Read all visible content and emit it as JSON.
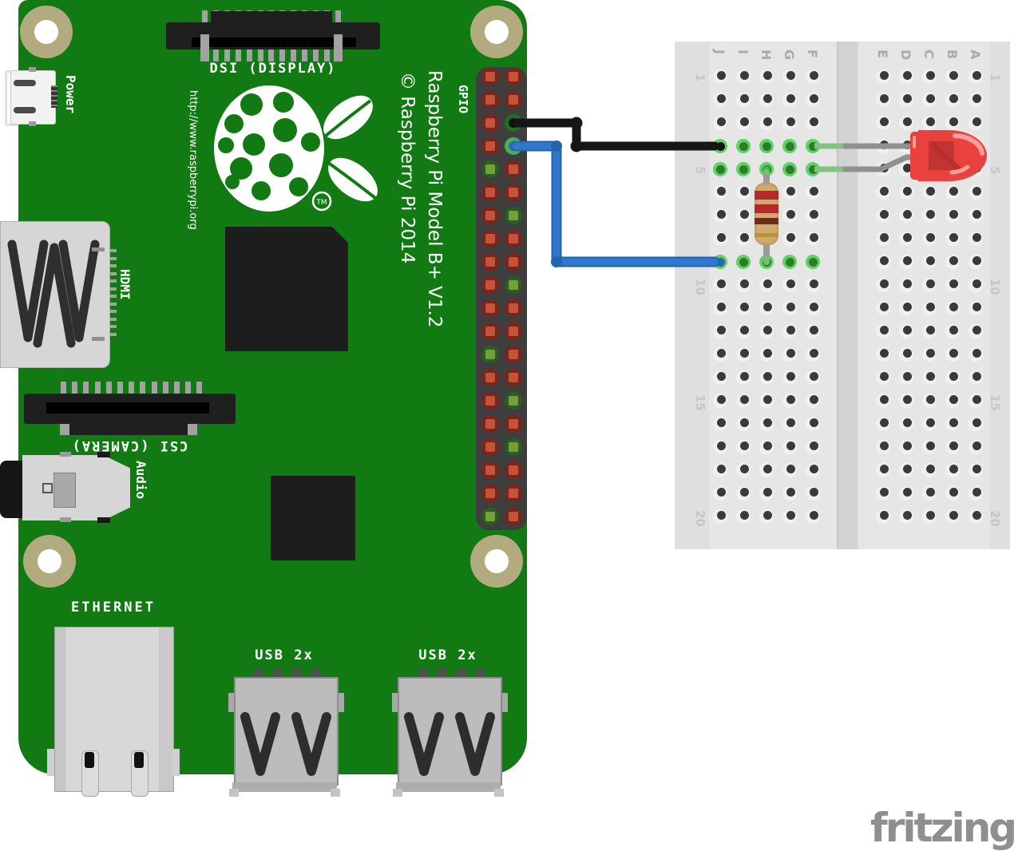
{
  "canvas": {
    "bg": "#ffffff"
  },
  "watermark": {
    "label": "fritzing",
    "color": "#8f8f8f"
  },
  "pi_board": {
    "labels": {
      "power": "Power",
      "dsi": "DSI (DISPLAY)",
      "csi": "CSI (CAMERA)",
      "hdmi": "HDMI",
      "audio": "Audio",
      "ethernet": "ETHERNET",
      "usb_left": "USB 2x",
      "usb_right": "USB 2x",
      "gpio": "GPIO",
      "model": "Raspberry Pi Model B+ V1.2",
      "copyright": "© Raspberry Pi 2014",
      "url": "http://www.raspberrypi.org",
      "trademark": "TM"
    },
    "colors": {
      "pcb": "#127a12",
      "silkscreen": "#ffffff",
      "mount_ring": "#b3ab80",
      "chip": "#1d1d1d",
      "connector_black": "#1f1f1f",
      "connector_gray": "#d6d6d6"
    }
  },
  "gpio": {
    "colors": {
      "red": {
        "ring": "#7c241a",
        "square": "#c1543a"
      },
      "green": {
        "ring": "#2a5e20",
        "square": "#74a03c"
      },
      "wire-black": {
        "ring": "#1f6e26",
        "dot": "#101010"
      },
      "wire-blue": {
        "ring": "#49ae54",
        "dot": "#2b72c4"
      }
    },
    "pins": [
      [
        "red",
        "red"
      ],
      [
        "red",
        "red"
      ],
      [
        "red",
        "wire-black"
      ],
      [
        "red",
        "wire-blue"
      ],
      [
        "green",
        "red"
      ],
      [
        "red",
        "red"
      ],
      [
        "red",
        "green"
      ],
      [
        "red",
        "red"
      ],
      [
        "red",
        "red"
      ],
      [
        "red",
        "green"
      ],
      [
        "red",
        "red"
      ],
      [
        "red",
        "red"
      ],
      [
        "green",
        "red"
      ],
      [
        "red",
        "red"
      ],
      [
        "red",
        "green"
      ],
      [
        "red",
        "red"
      ],
      [
        "red",
        "green"
      ],
      [
        "red",
        "red"
      ],
      [
        "red",
        "red"
      ],
      [
        "green",
        "red"
      ]
    ]
  },
  "breadboard": {
    "column_labels": [
      "J",
      "I",
      "H",
      "G",
      "F",
      "E",
      "D",
      "C",
      "B",
      "A"
    ],
    "row_labels": [
      {
        "text": "1",
        "row": 1
      },
      {
        "text": "5",
        "row": 5
      },
      {
        "text": "10",
        "row": 10
      },
      {
        "text": "15",
        "row": 15
      },
      {
        "text": "20",
        "row": 20
      }
    ],
    "rows": 20,
    "label_color": "#aaaaaa",
    "number_color": "#c6c6c6",
    "hole_color": "#3a3a3a",
    "connected_ring": "#5fd35f",
    "connected_dot": "#2e7a2e",
    "connected": [
      {
        "row": 4,
        "cols": [
          0,
          1,
          2,
          3,
          4
        ],
        "end": {
          "col": 0,
          "dot": "#141414"
        }
      },
      {
        "row": 5,
        "cols": [
          0,
          1,
          2,
          3,
          4
        ]
      },
      {
        "row": 9,
        "cols": [
          0,
          1,
          2,
          3,
          4
        ],
        "end": {
          "col": 0,
          "dot": "#2b66b4"
        }
      }
    ]
  },
  "components": {
    "wire_black": {
      "color": "#161616"
    },
    "wire_blue": {
      "color": "#2e78cd",
      "dark": "#2263ad"
    },
    "resistor": {
      "body_color": "#d2a96e",
      "lead_color": "#9b9b9b",
      "band_colors": [
        "#b5292d",
        "#b5292d",
        "#6b2e16",
        "#b8923c"
      ]
    },
    "led": {
      "body": "#e8413e",
      "dark": "#c23431",
      "darker": "#b52f2e",
      "highlight": "#f7a09a",
      "leg": "#909090"
    }
  }
}
